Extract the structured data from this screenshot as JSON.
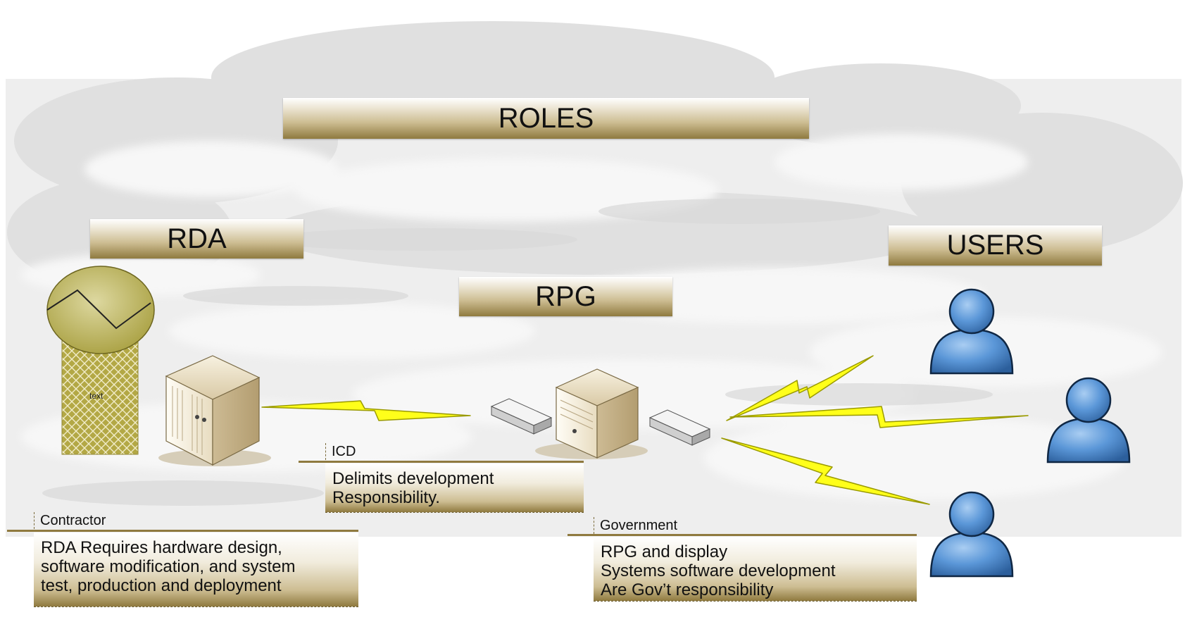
{
  "diagram": {
    "title": "ROLES",
    "columns": {
      "rda": "RDA",
      "rpg": "RPG",
      "users": "USERS"
    },
    "radar_label": "text",
    "notes": {
      "icd": {
        "heading": "ICD",
        "lines": [
          "Delimits development",
          "Responsibility."
        ]
      },
      "contractor": {
        "heading": "Contractor",
        "lines": [
          "RDA Requires hardware design,",
          "software modification, and system",
          "test, production and deployment"
        ]
      },
      "government": {
        "heading": "Government",
        "lines": [
          "RPG and display",
          "Systems software development",
          "Are Gov’t responsibility"
        ]
      }
    },
    "icons": {
      "radar": "radar-dish-icon",
      "rda_server": "server-tower-icon",
      "rpg_server": "server-tower-icon",
      "router": "router-icon",
      "user": "user-icon",
      "link": "lightning-link-icon"
    },
    "colors": {
      "banner_light": "#ece5d3",
      "banner_dark": "#8f7a3f",
      "lightning": "#ffff00",
      "user_blue": "#3d7dc4",
      "radar_olive": "#a59c3a",
      "cloud_gray": "#e6e6e6"
    }
  }
}
